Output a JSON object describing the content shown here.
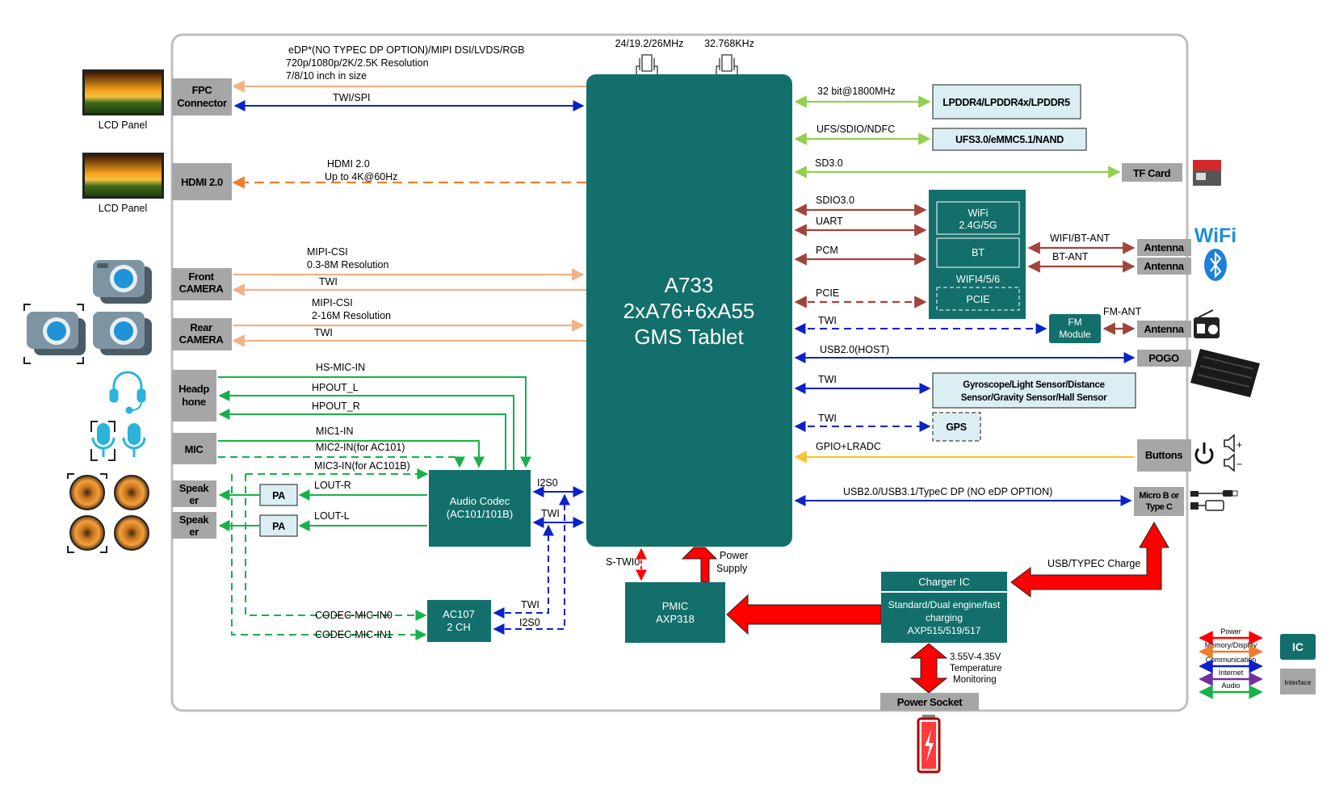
{
  "soc": {
    "line1": "A733",
    "line2": "2xA76+6xA55",
    "line3": "GMS Tablet"
  },
  "clocks": {
    "main": "24/19.2/26MHz",
    "rtc": "32.768KHz"
  },
  "left": {
    "lcd_panel_1": "LCD Panel",
    "lcd_panel_2": "LCD Panel",
    "fpc_line1": "FPC",
    "fpc_line2": "Connector",
    "hdmi_box": "HDMI 2.0",
    "front_line1": "Front",
    "front_line2": "CAMERA",
    "rear_line1": "Rear",
    "rear_line2": "CAMERA",
    "headp_line1": "Headp",
    "headp_line2": "hone",
    "mic_box": "MIC",
    "speak1_line1": "Speak",
    "speak1_line2": "er",
    "speak2_line1": "Speak",
    "speak2_line2": "er",
    "pa1": "PA",
    "pa2": "PA"
  },
  "signals": {
    "edp_line1": "eDP*(NO TYPEC DP OPTION)/MIPI DSI/LVDS/RGB",
    "edp_line2": "720p/1080p/2K/2.5K Resolution",
    "edp_line3": "7/8/10 inch in size",
    "twi_spi": "TWI/SPI",
    "hdmi_line1": "HDMI 2.0",
    "hdmi_line2": "Up to 4K@60Hz",
    "front_csi": "MIPI-CSI",
    "front_res": "0.3-8M Resolution",
    "front_twi": "TWI",
    "rear_csi": "MIPI-CSI",
    "rear_res": "2-16M Resolution",
    "rear_twi": "TWI",
    "hs_mic_in": "HS-MIC-IN",
    "hpout_l": "HPOUT_L",
    "hpout_r": "HPOUT_R",
    "mic1_in": "MIC1-IN",
    "mic2_in": "MIC2-IN(for AC101)",
    "mic3_in": "MIC3-IN(for AC101B)",
    "lout_r": "LOUT-R",
    "lout_l": "LOUT-L",
    "i2s0_a": "I2S0",
    "twi_a": "TWI",
    "codec_mic_in0": "CODEC-MIC-IN0",
    "codec_mic_in1": "CODEC-MIC-IN1",
    "twi_b": "TWI",
    "i2s0_b": "I2S0",
    "s_twi0": "S-TWI0",
    "power_supply_1": "Power",
    "power_supply_2": "Supply",
    "usb_typec_charge": "USB/TYPEC Charge",
    "monitor_1": "3.55V-4.35V",
    "monitor_2": "Temperature",
    "monitor_3": "Monitoring",
    "ddr_bus": "32 bit@1800MHz",
    "ufs_bus": "UFS/SDIO/NDFC",
    "sd30": "SD3.0",
    "sdio30": "SDIO3.0",
    "uart": "UART",
    "pcm": "PCM",
    "pcie": "PCIE",
    "wifi_bt_ant": "WIFI/BT-ANT",
    "bt_ant": "BT-ANT",
    "fm_ant": "FM-ANT",
    "twi_fm": "TWI",
    "usb20_host": "USB2.0(HOST)",
    "twi_sensor": "TWI",
    "twi_gps": "TWI",
    "gpio_lradc": "GPIO+LRADC",
    "usb_typec_dp": "USB2.0/USB3.1/TypeC DP  (NO eDP OPTION)"
  },
  "right": {
    "ddr": "LPDDR4/LPDDR4x/LPDDR5",
    "ufs": "UFS3.0/eMMC5.1/NAND",
    "tf_card": "TF Card",
    "wifi_line1": "WiFi",
    "wifi_line2": "2.4G/5G",
    "bt": "BT",
    "wifi456": "WIFI4/5/6",
    "pcie_box": "PCIE",
    "antenna1": "Antenna",
    "antenna2": "Antenna",
    "antenna3": "Antenna",
    "fm_line1": "FM",
    "fm_line2": "Module",
    "pogo": "POGO",
    "sensor_line1": "Gyroscope/Light Sensor/Distance",
    "sensor_line2": "Sensor/Gravity Sensor/Hall Sensor",
    "gps": "GPS",
    "buttons": "Buttons",
    "microb_line1": "Micro B or",
    "microb_line2": "Type C",
    "wifi_logo": "WiFi",
    "vol_up": "+",
    "vol_down": "−"
  },
  "power": {
    "audio_codec_1": "Audio Codec",
    "audio_codec_2": "(AC101/101B)",
    "ac107_1": "AC107",
    "ac107_2": "2 CH",
    "pmic_1": "PMIC",
    "pmic_2": "AXP318",
    "charger_ic": "Charger IC",
    "charger_d1": "Standard/Dual engine/fast",
    "charger_d2": "charging",
    "charger_d3": "AXP515/519/517",
    "power_socket": "Power Socket"
  },
  "legend": {
    "power": "Power",
    "memory": "Memory/Display",
    "communication": "Communication",
    "internet": "Internet",
    "audio": "Audio",
    "ic": "IC",
    "interface": "Interface"
  },
  "colors": {
    "soc_teal": "#136f6b",
    "power_red": "#ff0000",
    "display_orange": "#f4b183",
    "bus_blue": "#0b22c8",
    "audio_green": "#18b04a",
    "memory_green": "#92d050",
    "comm_brown": "#a0453c",
    "gpio_yellow": "#f7c431",
    "interface_gray": "#a6a6a6"
  },
  "icons": [
    "lcd-panel-icon",
    "camera-icon",
    "headphone-icon",
    "microphone-icon",
    "speaker-icon",
    "crystal-icon",
    "sd-card-icon",
    "wifi-logo-icon",
    "bluetooth-icon",
    "radio-icon",
    "keyboard-icon",
    "power-button-icon",
    "volume-icon",
    "usb-cable-icon",
    "battery-icon"
  ]
}
